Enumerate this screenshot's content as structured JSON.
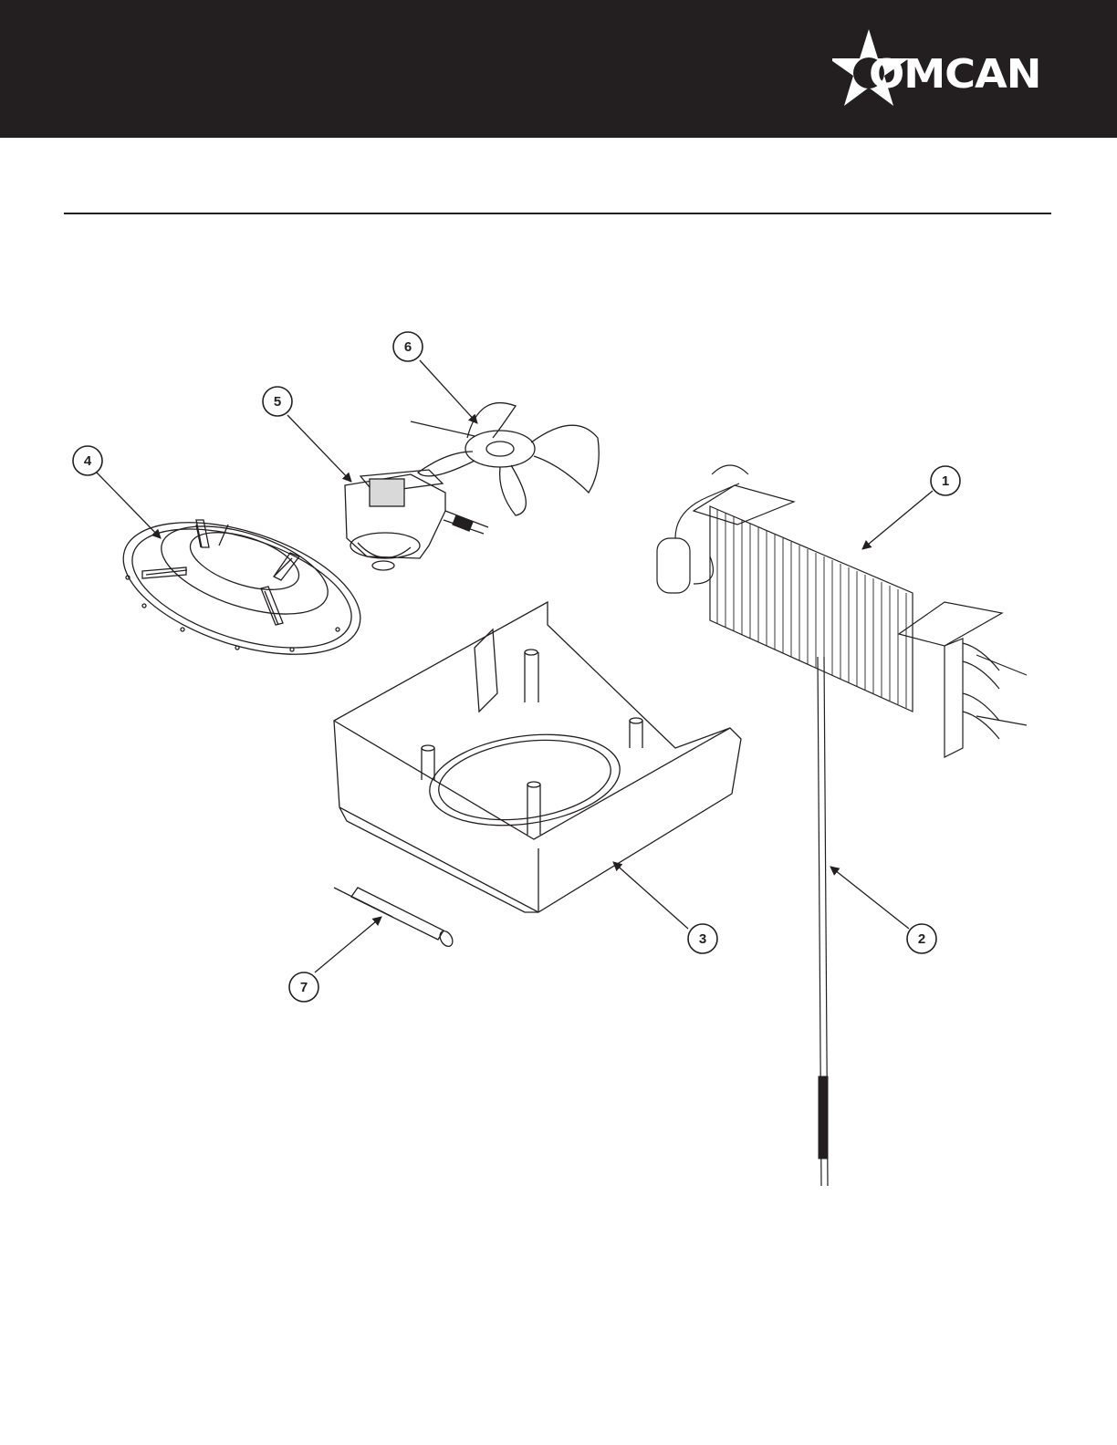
{
  "brand": {
    "name": "OMCAN",
    "colors": {
      "header": "#231f20",
      "logo": "#ffffff",
      "line": "#231f20"
    }
  },
  "callouts": [
    {
      "number": "1",
      "part": "evaporator-coil"
    },
    {
      "number": "2",
      "part": "defrost-heater-rod"
    },
    {
      "number": "3",
      "part": "evaporator-housing"
    },
    {
      "number": "4",
      "part": "fan-shroud-ring"
    },
    {
      "number": "5",
      "part": "fan-motor"
    },
    {
      "number": "6",
      "part": "fan-blade"
    },
    {
      "number": "7",
      "part": "temperature-probe"
    }
  ]
}
